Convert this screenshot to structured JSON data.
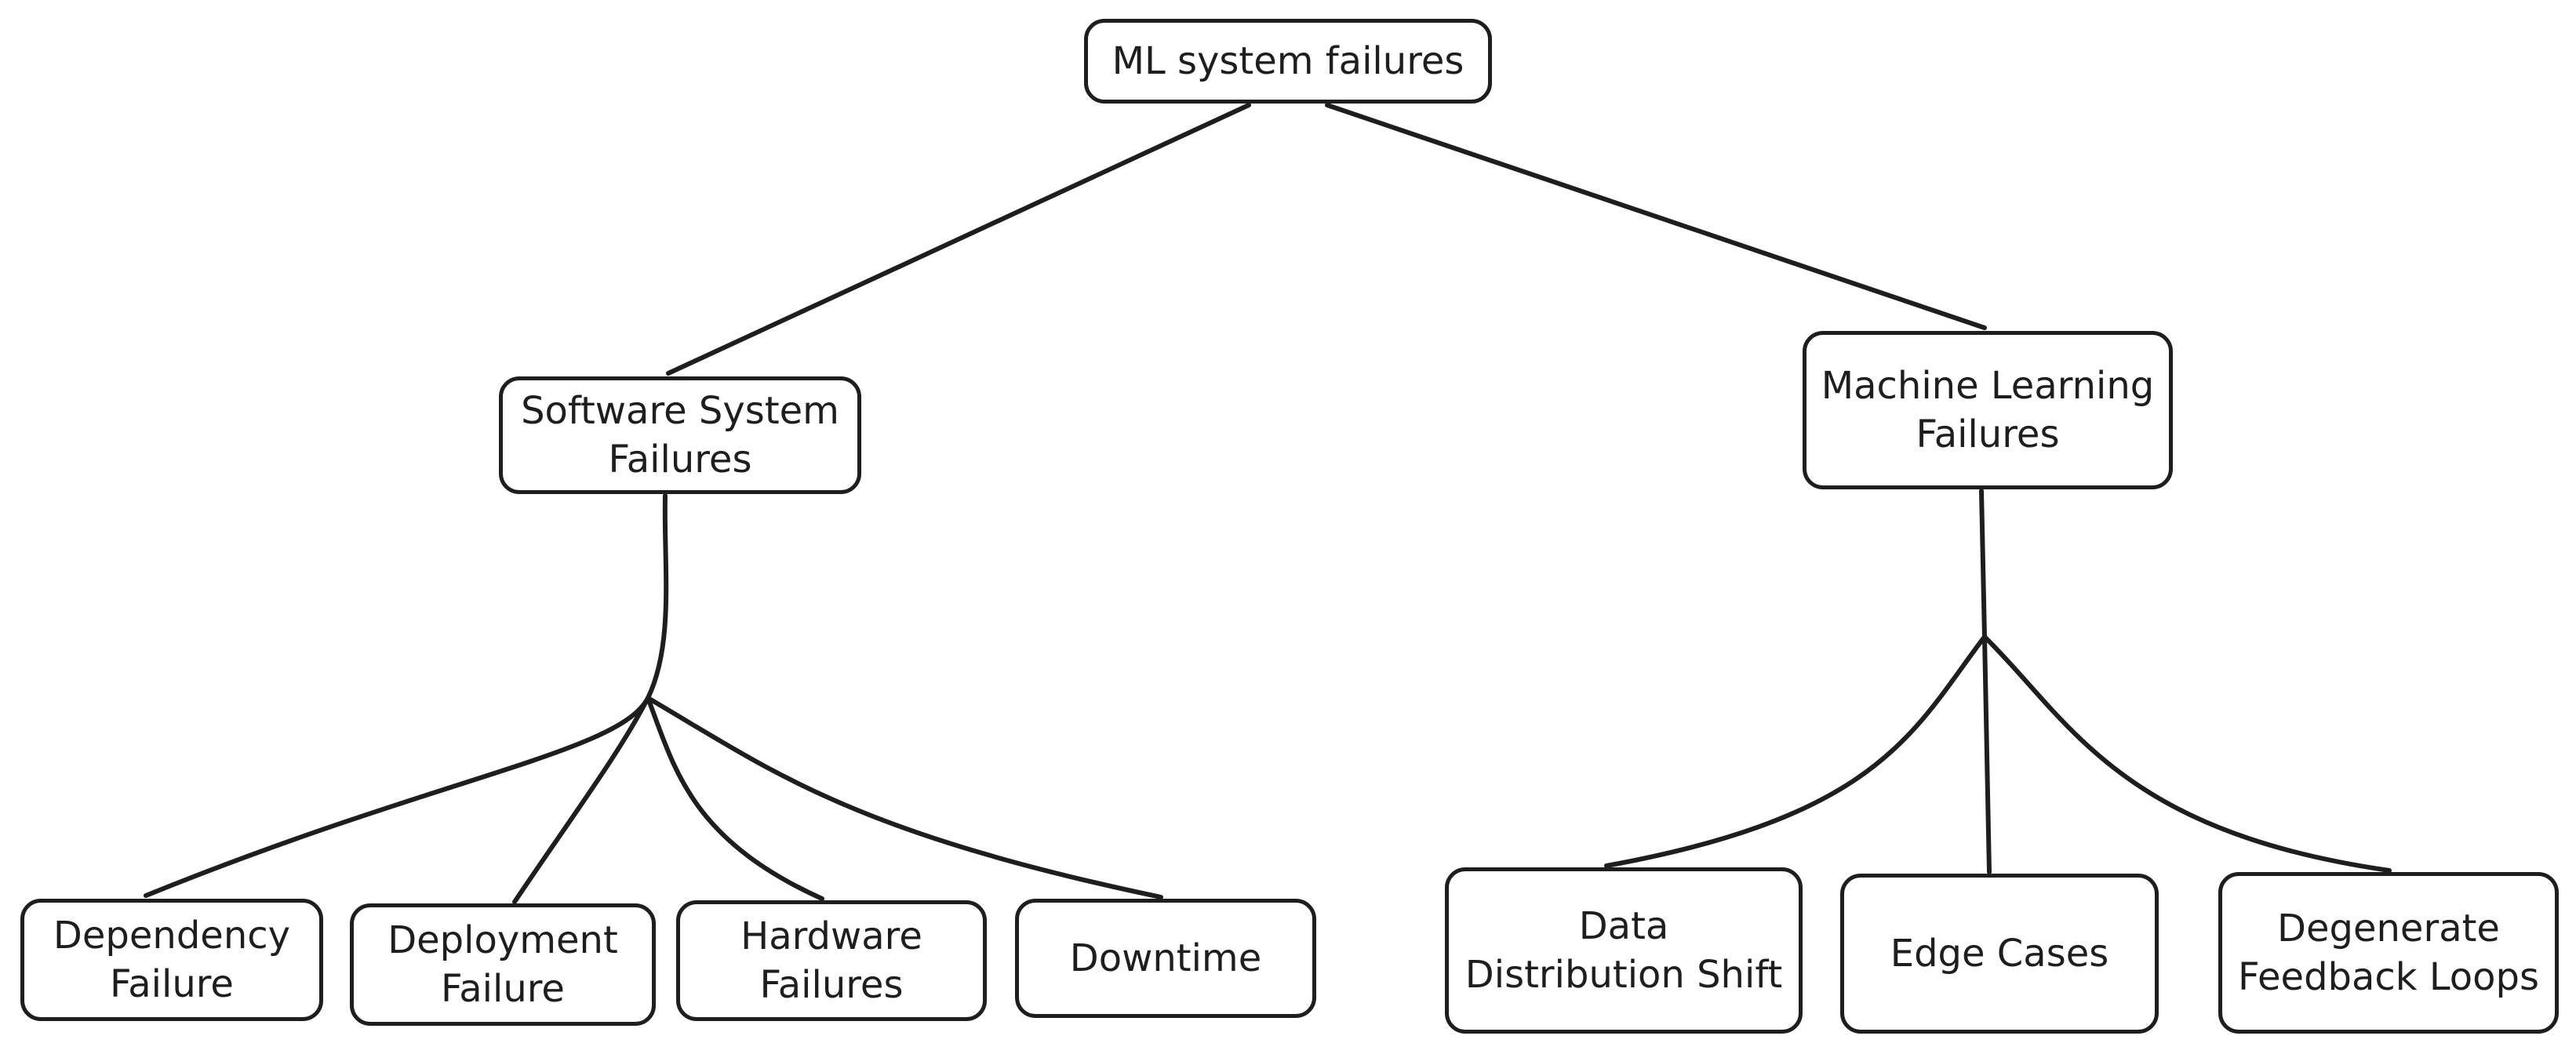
{
  "diagram": {
    "root": {
      "label": "ML system failures"
    },
    "software": {
      "label": "Software System\nFailures",
      "children": {
        "dependency": "Dependency\nFailure",
        "deployment": "Deployment\nFailure",
        "hardware": "Hardware\nFailures",
        "downtime": "Downtime"
      }
    },
    "ml": {
      "label": "Machine Learning\nFailures",
      "children": {
        "data_shift": "Data\nDistribution Shift",
        "edge_cases": "Edge Cases",
        "feedback_loops": "Degenerate\nFeedback Loops"
      }
    }
  },
  "colors": {
    "stroke": "#1e1e1e",
    "background": "#ffffff"
  }
}
